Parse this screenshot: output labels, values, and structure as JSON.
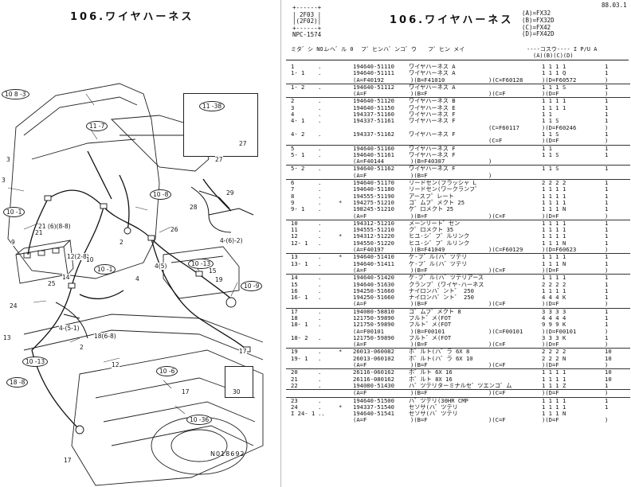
{
  "left_page": {
    "title": "106.ワイヤハーネス",
    "figure_number": "N018692",
    "callouts": [
      "10 8 -3",
      "11 -7",
      "11 -38",
      "27",
      "27",
      "3",
      "29",
      "21",
      "28",
      "4-(6)-2)",
      "26",
      "21 (6)(8-8)",
      "4(5)",
      "10 -13",
      "19",
      "10 -9",
      "15",
      "12(2-8)",
      "10",
      "10 -1",
      "25",
      "14",
      "4-(5-1)",
      "18(6-8)",
      "17",
      "13",
      "10 -13",
      "2",
      "17",
      "30",
      "10 -36",
      "17",
      "3",
      "10 -1",
      "9",
      "18 -8",
      "2",
      "4",
      "10 -6",
      "10 -8",
      "24",
      "12"
    ]
  },
  "right_page": {
    "page_id_lines": [
      "+------+",
      "| 2F03 |",
      "|(2F02)|",
      "+------+",
      "NPC-1574"
    ],
    "title": "106.ワイヤハーネス",
    "page_date": "88.03.1",
    "serial_map": [
      "(A)=FX32",
      "(B)=FX32D",
      "(C)=FX42",
      "(D)=FX42D"
    ],
    "column_headers": {
      "ref": "ミタ゛シ NO.",
      "level": "レヘ゛ル 0",
      "part_no": "フ゜ヒンハ゛ンコ゛ウ",
      "name": "フ゜ヒン メイ",
      "serial_head": "----コスウ---- I P/U A",
      "serial_cols": "(A)(B)(C)(D)"
    },
    "rows": [
      {
        "no": "1",
        "lvl": ".",
        "star": "",
        "part": "194640-51110",
        "name": "ワイヤハーネス A",
        "q": "1 1 1 1",
        "p": "",
        "u": "1",
        "rule": false
      },
      {
        "no": "1- 1",
        "lvl": ".",
        "star": "",
        "part": "194640-51111",
        "name": "ワイヤハーネス A",
        "q": "1 1 1 Q",
        "p": "",
        "u": "1",
        "rule": false
      },
      {
        "no": "",
        "lvl": "",
        "star": "",
        "part": "(A=F40192",
        "name": ")(B=F41010",
        "serial": ")(C=F60128",
        "q": ")(D=F60572",
        "p": "",
        "u": ")",
        "rule": true,
        "cond": true
      },
      {
        "no": "1- 2",
        "lvl": ".",
        "star": "",
        "part": "194640-51112",
        "name": "ワイヤハーネス A",
        "q": "1 1 1 S",
        "p": "",
        "u": "1",
        "rule": false
      },
      {
        "no": "",
        "lvl": "",
        "star": "",
        "part": "(A=F",
        "name": ")(B=F",
        "serial": ")(C=F",
        "q": ")(D=F",
        "p": "",
        "u": ")",
        "rule": true,
        "cond": true
      },
      {
        "no": "2",
        "lvl": ".",
        "star": "",
        "part": "194640-51120",
        "name": "ワイヤハーネス B",
        "q": "1 1 1 1",
        "p": "",
        "u": "1",
        "rule": false
      },
      {
        "no": "3",
        "lvl": ".",
        "star": "",
        "part": "194640-51150",
        "name": "ワイヤハーネス E",
        "q": "1 1 1 1",
        "p": "",
        "u": "1",
        "rule": false
      },
      {
        "no": "4",
        "lvl": ".",
        "star": "",
        "part": "194337-51160",
        "name": "ワイヤハーネス F",
        "q": "1 1",
        "p": "",
        "u": "1",
        "rule": false
      },
      {
        "no": "4- 1",
        "lvl": ".",
        "star": "",
        "part": "194337-51161",
        "name": "ワイヤハーネス F",
        "q": "1 1 S",
        "p": "",
        "u": "1",
        "rule": false
      },
      {
        "no": "",
        "lvl": "",
        "star": "",
        "part": "",
        "name": "",
        "serial": "(C=F60117",
        "q": ")(D=F60246",
        "p": "",
        "u": ")",
        "rule": false,
        "cond": true
      },
      {
        "no": "4- 2",
        "lvl": ".",
        "star": "",
        "part": "194337-51162",
        "name": "ワイヤハーネス F",
        "q": "1 1 S",
        "p": "",
        "u": "1",
        "rule": false
      },
      {
        "no": "",
        "lvl": "",
        "star": "",
        "part": "",
        "name": "",
        "serial": "(C=F",
        "q": ")(D=F",
        "p": "",
        "u": ")",
        "rule": true,
        "cond": true
      },
      {
        "no": "5",
        "lvl": ".",
        "star": "",
        "part": "194640-51160",
        "name": "ワイヤハーネス F",
        "q": "1 1",
        "p": "",
        "u": "1",
        "rule": false
      },
      {
        "no": "5- 1",
        "lvl": ".",
        "star": "",
        "part": "194640-51161",
        "name": "ワイヤハーネス F",
        "q": "1 1 S",
        "p": "",
        "u": "1",
        "rule": false
      },
      {
        "no": "",
        "lvl": "",
        "star": "",
        "part": "(A=F40144",
        "name": ")(B=F40387",
        "serial": ")",
        "q": "",
        "p": "",
        "u": "",
        "rule": true,
        "cond": true
      },
      {
        "no": "5- 2",
        "lvl": ".",
        "star": "",
        "part": "194640-51162",
        "name": "ワイヤハーネス F",
        "q": "1 1 S",
        "p": "",
        "u": "1",
        "rule": false
      },
      {
        "no": "",
        "lvl": "",
        "star": "",
        "part": "(A=F",
        "name": ")(B=F",
        "serial": ")",
        "q": "",
        "p": "",
        "u": "",
        "rule": true,
        "cond": true
      },
      {
        "no": "6",
        "lvl": ".",
        "star": "",
        "part": "194640-51170",
        "name": "リードセン(フラッシャ L",
        "q": "2 2 2 2",
        "p": "",
        "u": "1",
        "rule": false
      },
      {
        "no": "7",
        "lvl": ".",
        "star": "",
        "part": "194640-51180",
        "name": "リードセン(ワークランフ゜",
        "q": "1 1 1 1",
        "p": "",
        "u": "1",
        "rule": false
      },
      {
        "no": "8",
        "lvl": ".",
        "star": "",
        "part": "194555-51190",
        "name": "アースフ゜レート",
        "q": "1 1 1 1",
        "p": "",
        "u": "1",
        "rule": false
      },
      {
        "no": "9",
        "lvl": ".",
        "star": "*",
        "part": "194275-51210",
        "name": "コ゛ムフ゜メクト 25",
        "q": "1 1 1 1",
        "p": "",
        "u": "1",
        "rule": false
      },
      {
        "no": "9- 1",
        "lvl": ".",
        "star": "",
        "part": "198245-51210",
        "name": "ケ゛ロメクト 25",
        "q": "1 1 1 N",
        "p": "",
        "u": "1",
        "rule": false
      },
      {
        "no": "",
        "lvl": "",
        "star": "",
        "part": "(A=F",
        "name": ")(B=F",
        "serial": ")(C=F",
        "q": ")(D=F",
        "p": "",
        "u": ")",
        "rule": true,
        "cond": true
      },
      {
        "no": "10",
        "lvl": ".",
        "star": "",
        "part": "194312-51210",
        "name": "メーンリート゛セン",
        "q": "1 1 1 1",
        "p": "",
        "u": "1",
        "rule": false
      },
      {
        "no": "11",
        "lvl": ".",
        "star": "",
        "part": "194555-51210",
        "name": "ク゛ロメクト 35",
        "q": "1 1 1 1",
        "p": "",
        "u": "1",
        "rule": false
      },
      {
        "no": "12",
        "lvl": ".",
        "star": "*",
        "part": "194312-51220",
        "name": "ヒユ-シ゛フ゛ルリンク",
        "q": "1 1 1 1",
        "p": "",
        "u": "1",
        "rule": false
      },
      {
        "no": "12- 1",
        "lvl": ".",
        "star": "",
        "part": "194550-51220",
        "name": "ヒユ-シ゛フ゛ルリンク",
        "q": "1 1 1 N",
        "p": "",
        "u": "1",
        "rule": false
      },
      {
        "no": "",
        "lvl": "",
        "star": "",
        "part": "(A=F40197",
        "name": ")(B=F41049",
        "serial": ")(C=F60129",
        "q": ")(D=F60623",
        "p": "",
        "u": ")",
        "rule": true,
        "cond": true
      },
      {
        "no": "13",
        "lvl": ".",
        "star": "*",
        "part": "194640-51410",
        "name": "ケ-フ゛ル(ハ゛ツテリ",
        "q": "1 1 1 1",
        "p": "",
        "u": "1",
        "rule": false
      },
      {
        "no": "13- 1",
        "lvl": ".",
        "star": "",
        "part": "194640-51411",
        "name": "ケ-フ゛ル(ハ゛ツテリ",
        "q": "1 1 1 N",
        "p": "",
        "u": "1",
        "rule": false
      },
      {
        "no": "",
        "lvl": "",
        "star": "",
        "part": "(A=F",
        "name": ")(B=F",
        "serial": ")(C=F",
        "q": ")(D=F",
        "p": "",
        "u": ")",
        "rule": true,
        "cond": true
      },
      {
        "no": "14",
        "lvl": ".",
        "star": "",
        "part": "194640-51420",
        "name": "ケ-フ゛ル(ハ゛ツテリアース",
        "q": "1 1 1 1",
        "p": "",
        "u": "1",
        "rule": false
      },
      {
        "no": "15",
        "lvl": ".",
        "star": "",
        "part": "194640-51630",
        "name": "クランフ゜(ワイヤ-ハーネス",
        "q": "2 2 2 2",
        "p": "",
        "u": "1",
        "rule": false
      },
      {
        "no": "16",
        "lvl": ".",
        "star": "",
        "part": "194250-51660",
        "name": "ナイロンハ゛ント゛ 250",
        "q": "1 1 1 1",
        "p": "",
        "u": "1",
        "rule": false
      },
      {
        "no": "16- 1",
        "lvl": ".",
        "star": "",
        "part": "194250-51660",
        "name": "ナイロンハ゛ント゛ 250",
        "q": "4 4 4 K",
        "p": "",
        "u": "1",
        "rule": false
      },
      {
        "no": "",
        "lvl": "",
        "star": "",
        "part": "(A=F",
        "name": ")(B=F",
        "serial": ")(C=F",
        "q": ")(D=F",
        "p": "",
        "u": ")",
        "rule": true,
        "cond": true
      },
      {
        "no": "17",
        "lvl": ".",
        "star": "",
        "part": "194080-58810",
        "name": "コ゛ムフ゜メクト 8",
        "q": "3 3 3 3",
        "p": "",
        "u": "1",
        "rule": false
      },
      {
        "no": "18",
        "lvl": ".",
        "star": "",
        "part": "121750-59890",
        "name": "フルト゛メ(FOT",
        "q": "4 4 4 4",
        "p": "",
        "u": "1",
        "rule": false
      },
      {
        "no": "18- 1",
        "lvl": ".",
        "star": "",
        "part": "121750-59890",
        "name": "フルト゛メ(FOT",
        "q": "9 9 9 K",
        "p": "",
        "u": "1",
        "rule": false
      },
      {
        "no": "",
        "lvl": "",
        "star": "",
        "part": "(A=F00101",
        "name": ")(B=F00101",
        "serial": ")(C=F00101",
        "q": ")(D=F00101",
        "p": "",
        "u": ")",
        "rule": false,
        "cond": true
      },
      {
        "no": "18- 2",
        "lvl": ".",
        "star": "",
        "part": "121750-59890",
        "name": "フルト゛メ(FOT",
        "q": "3 3 3 K",
        "p": "",
        "u": "1",
        "rule": false
      },
      {
        "no": "",
        "lvl": "",
        "star": "",
        "part": "(A=F",
        "name": ")(B=F",
        "serial": ")(C=F",
        "q": ")(D=F",
        "p": "",
        "u": ")",
        "rule": true,
        "cond": true
      },
      {
        "no": "19",
        "lvl": ".",
        "star": "*",
        "part": "26013-060082",
        "name": "ホ゛ルト(ハ゛ラ 6X 8",
        "q": "2 2 2 2",
        "p": "",
        "u": "10",
        "rule": false
      },
      {
        "no": "19- 1",
        "lvl": ".",
        "star": "",
        "part": "26013-060102",
        "name": "ホ゛ルト(ハ゛ラ 6X 10",
        "q": "2 2 2 N",
        "p": "",
        "u": "10",
        "rule": false
      },
      {
        "no": "",
        "lvl": "",
        "star": "",
        "part": "(A=F",
        "name": ")(B=F",
        "serial": ")(C=F",
        "q": ")(D=F",
        "p": "",
        "u": ")",
        "rule": true,
        "cond": true
      },
      {
        "no": "20",
        "lvl": ".",
        "star": "",
        "part": "26116-060162",
        "name": "ホ゛ルト 6X 16",
        "q": "1 1 1 1",
        "p": "",
        "u": "10",
        "rule": false
      },
      {
        "no": "21",
        "lvl": ".",
        "star": "",
        "part": "26116-080162",
        "name": "ホ゛ルト 8X 16",
        "q": "1 1 1 1",
        "p": "",
        "u": "10",
        "rule": false
      },
      {
        "no": "22",
        "lvl": ".",
        "star": "",
        "part": "194080-51430",
        "name": "ハ゛ツテリターミナルセ゛ツエンコ゛ム",
        "q": "1 1 1 Z",
        "p": "",
        "u": "1",
        "rule": true
      },
      {
        "no": "",
        "lvl": "",
        "star": "",
        "part": "(A=F",
        "name": ")(B=F",
        "serial": ")(C=F",
        "q": ")(D=F",
        "p": "",
        "u": ")",
        "rule": true,
        "cond": true
      },
      {
        "no": "23",
        "lvl": ".",
        "star": "",
        "part": "194640-51500",
        "name": "ハ゛ツテリ(30HR CMP",
        "q": "1 1 1 1",
        "p": "",
        "u": "1",
        "rule": false
      },
      {
        "no": "24",
        "lvl": ".",
        "star": "*",
        "part": "194337-51540",
        "name": "セソサ(ハ゛ツテリ",
        "q": "1 1 1 1",
        "p": "",
        "u": "1",
        "rule": false
      },
      {
        "no": "I 24- 1",
        "lvl": "..",
        "star": "",
        "part": "194640-51541",
        "name": "セソサ(ハ゛ツテリ",
        "q": "1 1 1 N",
        "p": "",
        "u": "",
        "rule": false
      },
      {
        "no": "",
        "lvl": "",
        "star": "",
        "part": "(A=F",
        "name": ")(B=F",
        "serial": ")(C=F",
        "q": ")(D=F",
        "p": "",
        "u": ")",
        "rule": false,
        "cond": true
      }
    ]
  }
}
